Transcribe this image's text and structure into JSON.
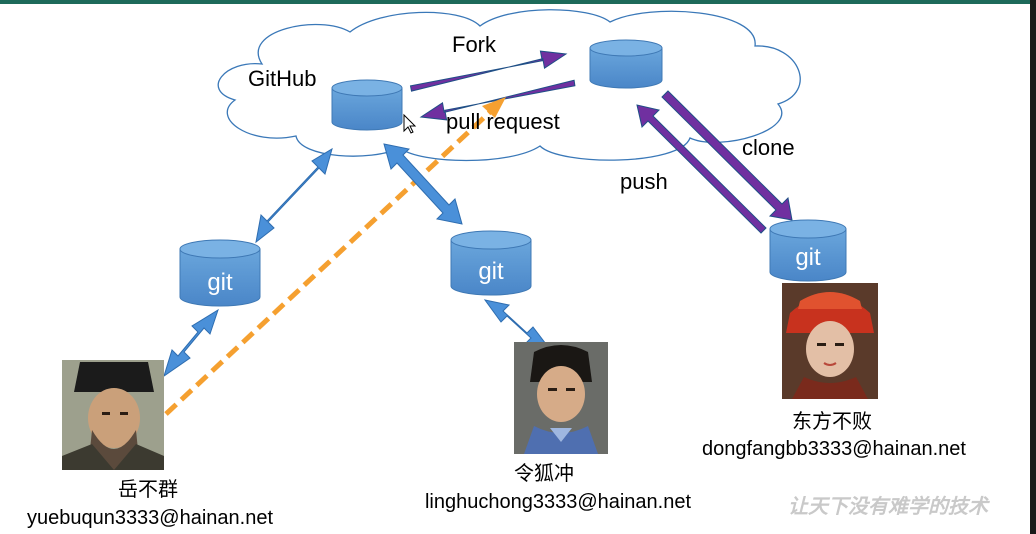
{
  "cloud_label": "GitHub",
  "arrow_labels": {
    "fork": "Fork",
    "pull_request": "pull request",
    "clone": "clone",
    "push": "push"
  },
  "repos": {
    "local_yue": "git",
    "local_linghu": "git",
    "local_dongfang": "git"
  },
  "users": [
    {
      "name": "岳不群",
      "email": "yuebuqun3333@hainan.net"
    },
    {
      "name": "令狐冲",
      "email": "linghuchong3333@hainan.net"
    },
    {
      "name": "东方不败",
      "email": "dongfangbb3333@hainan.net"
    }
  ],
  "watermark": "让天下没有难学的技术",
  "colors": {
    "repo_blue": "#5b9bd5",
    "sync_arrow_blue": "#4a90d9",
    "purple_arrow": "#7030a0",
    "pr_dashed_orange": "#f5a030"
  }
}
